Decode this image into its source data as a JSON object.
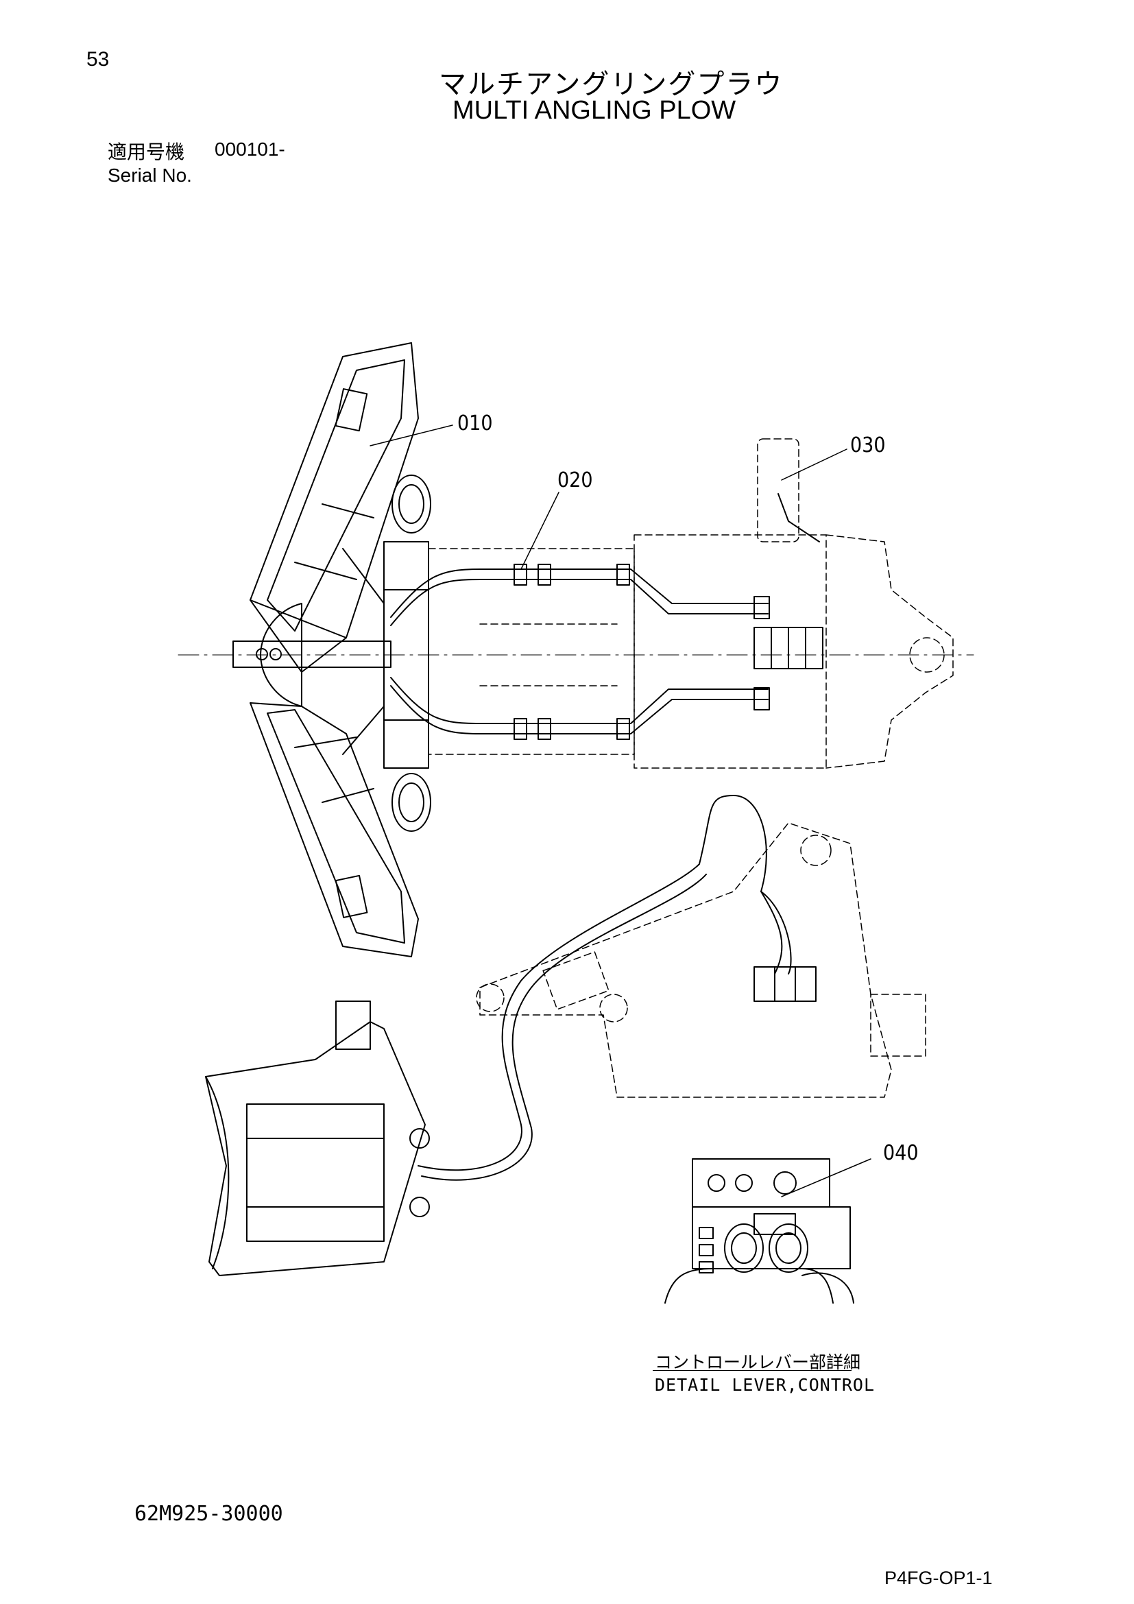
{
  "page": {
    "number": "53",
    "code": "P4FG-OP1-1"
  },
  "title": {
    "japanese": "マルチアングリングプラウ",
    "english": "MULTI ANGLING PLOW"
  },
  "serial": {
    "label_japanese": "適用号機",
    "value": "000101-",
    "label_english": "Serial No."
  },
  "callouts": [
    "010",
    "020",
    "030",
    "040"
  ],
  "detail": {
    "japanese": "コントロールレバー部詳細",
    "english": "DETAIL LEVER,CONTROL"
  },
  "drawing_number": "62M925-30000"
}
